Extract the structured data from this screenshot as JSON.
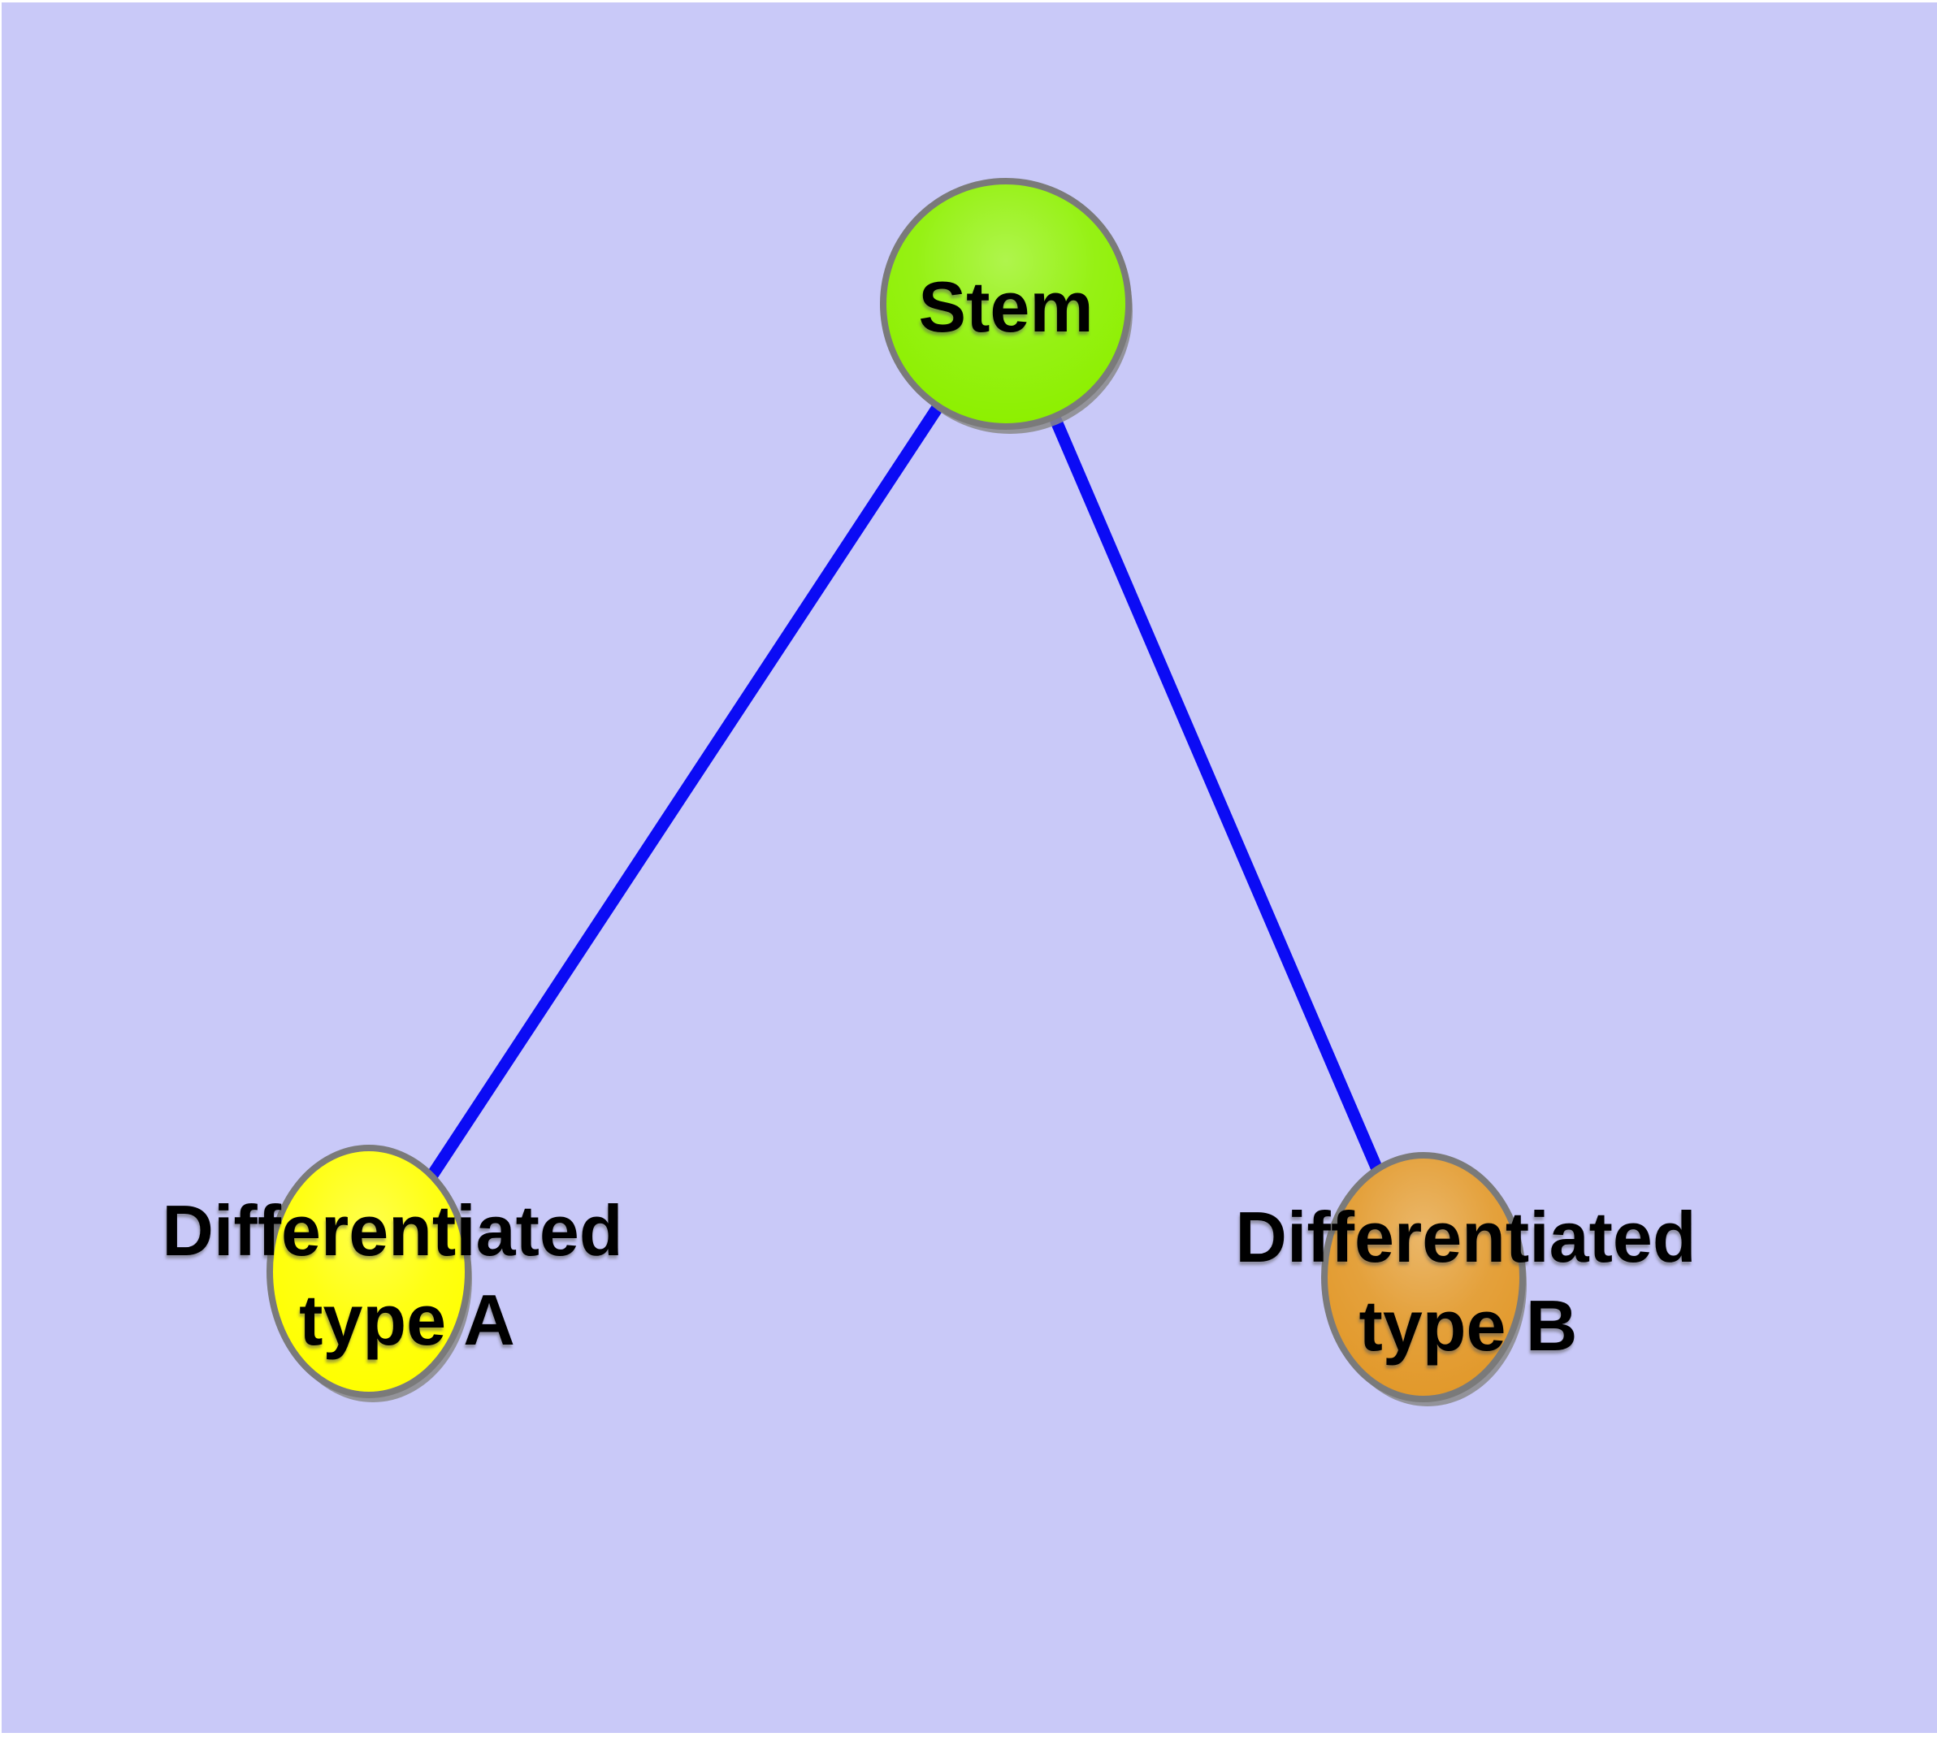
{
  "diagram": {
    "description": "Cell differentiation graph: a stem cell node connected to two differentiated cell type nodes",
    "colors": {
      "background": "#C9C9F8",
      "page_margin": "#FFFFFF",
      "edge": "#0B0BF5",
      "node_border": "#7A7A7A",
      "node_shadow": "#8A8A8A",
      "label_text": "#000000"
    },
    "nodes": [
      {
        "id": "stem",
        "label": "Stem",
        "fill": "#8DF000"
      },
      {
        "id": "differentiated-type-a",
        "label_line1": "Differentiated",
        "label_line2": "type A",
        "fill": "#FFFF00"
      },
      {
        "id": "differentiated-type-b",
        "label_line1": "Differentiated",
        "label_line2": "type B",
        "fill": "#E2992B"
      }
    ],
    "edges": [
      {
        "from": "Stem",
        "to": "Differentiated type A"
      },
      {
        "from": "Stem",
        "to": "Differentiated type B"
      }
    ]
  }
}
